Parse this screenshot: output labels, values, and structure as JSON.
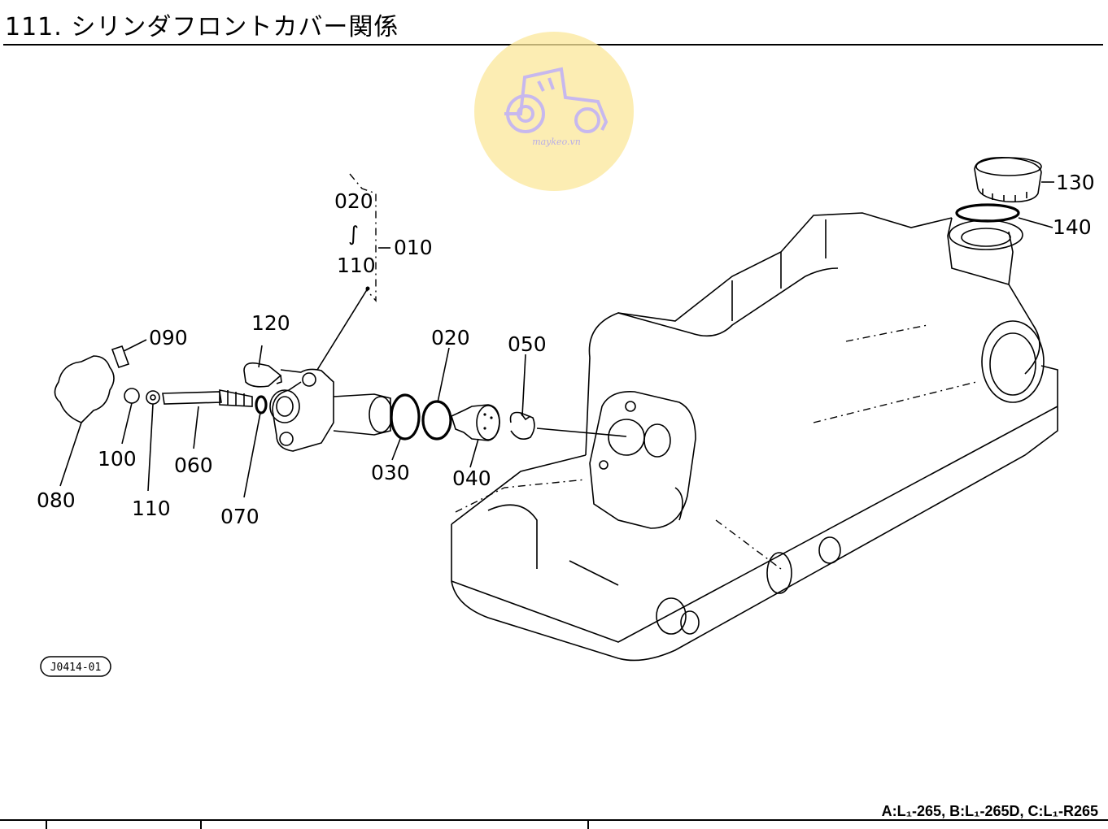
{
  "header": {
    "title": "111. シリンダフロントカバー関係"
  },
  "watermark": {
    "text": "maykeo.vn",
    "color": "#fbe79a"
  },
  "diagram": {
    "ref_code": "J0414-01",
    "callouts": {
      "p010": "010",
      "p020_top": "020",
      "p110_top": "110",
      "p120": "120",
      "p090": "090",
      "p100": "100",
      "p110": "110",
      "p060": "060",
      "p070": "070",
      "p080": "080",
      "p030": "030",
      "p020": "020",
      "p040": "040",
      "p050": "050",
      "p130": "130",
      "p140": "140"
    }
  },
  "footer": {
    "models": "A:L₁-265,  B:L₁-265D,  C:L₁-R265"
  }
}
